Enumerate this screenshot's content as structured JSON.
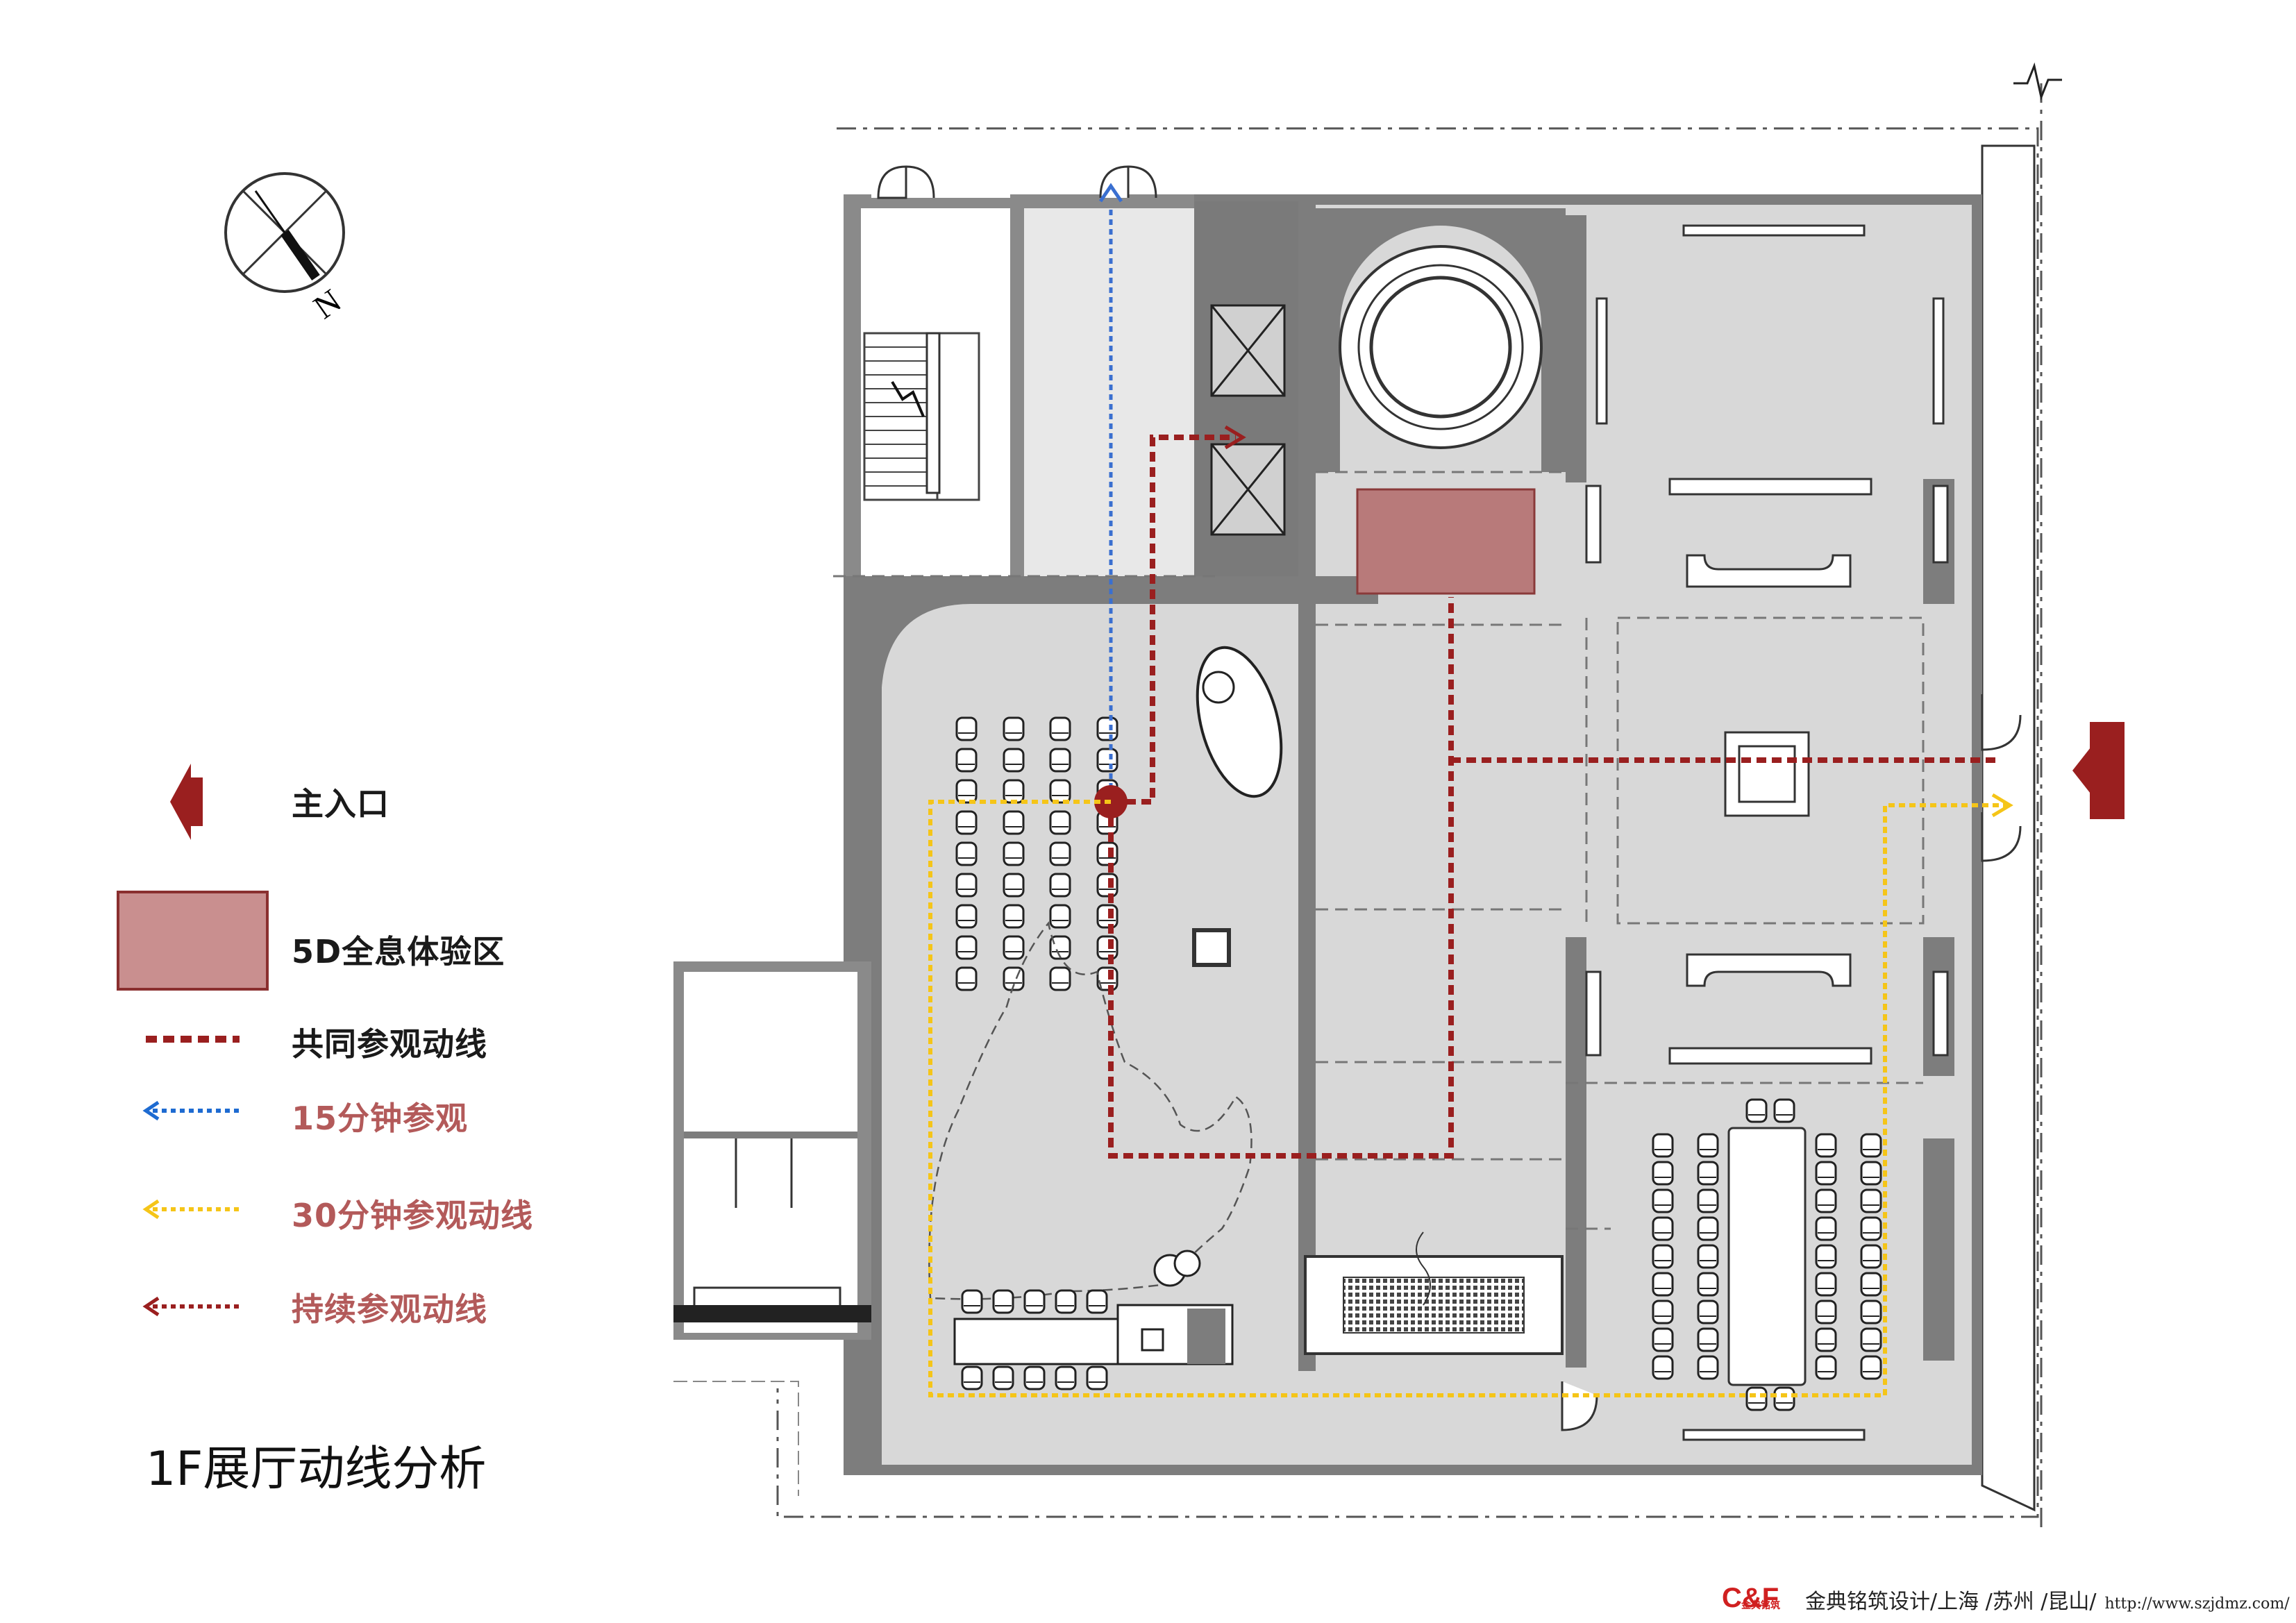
{
  "legend": {
    "main_entrance": "主入口",
    "holo_zone": "5D全息体验区",
    "common_route": "共同参观动线",
    "route_15": "15分钟参观",
    "route_30": "30分钟参观动线",
    "route_continuous": "持续参观动线"
  },
  "title": "1F展厅动线分析",
  "compass_label": "N",
  "footer": {
    "brand_mark": "C&F",
    "brand_sub": "金典铭筑",
    "company": "金典铭筑设计/上海 /苏州 /昆山/",
    "url": "http://www.szjdmz.com/"
  },
  "colors": {
    "route_red": "#9a1f1f",
    "route_blue": "#3a6fd0",
    "route_yellow": "#f5c518",
    "holo_fill": "#b87a7a",
    "floor": "#d9d9d9",
    "wall": "#8a8a8a"
  }
}
